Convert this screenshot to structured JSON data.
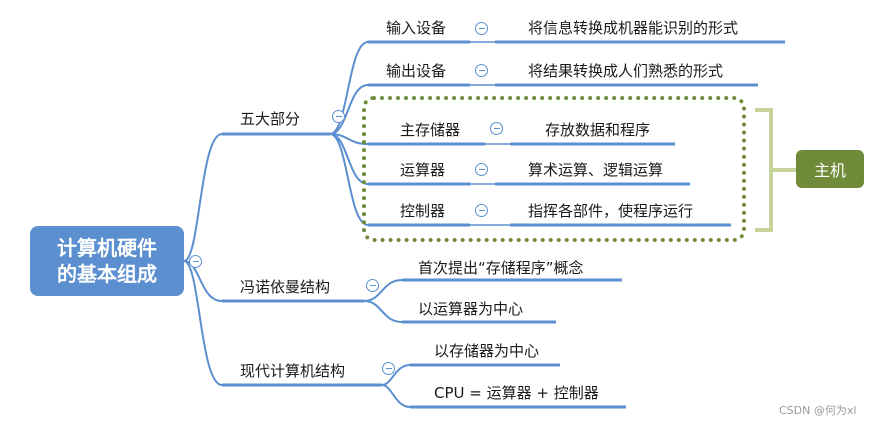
{
  "root": {
    "line1": "计算机硬件",
    "line2": "的基本组成"
  },
  "five_parts": {
    "label": "五大部分",
    "input": {
      "label": "输入设备",
      "desc": "将信息转换成机器能识别的形式"
    },
    "output": {
      "label": "输出设备",
      "desc": "将结果转换成人们熟悉的形式"
    },
    "memory": {
      "label": "主存储器",
      "desc": "存放数据和程序"
    },
    "alu": {
      "label": "运算器",
      "desc": "算术运算、逻辑运算"
    },
    "control": {
      "label": "控制器",
      "desc": "指挥各部件，使程序运行"
    }
  },
  "host": {
    "label": "主机"
  },
  "von_neumann": {
    "label": "冯诺依曼结构",
    "point1": "首次提出“存储程序”概念",
    "point2": "以运算器为中心"
  },
  "modern": {
    "label": "现代计算机结构",
    "point1": "以存储器为中心",
    "point2": "CPU = 运算器 + 控制器"
  },
  "watermark": "CSDN @何为xl",
  "colors": {
    "accent": "#5b8fd0",
    "host": "#6f8b3a",
    "line": "#5b8fd0"
  }
}
